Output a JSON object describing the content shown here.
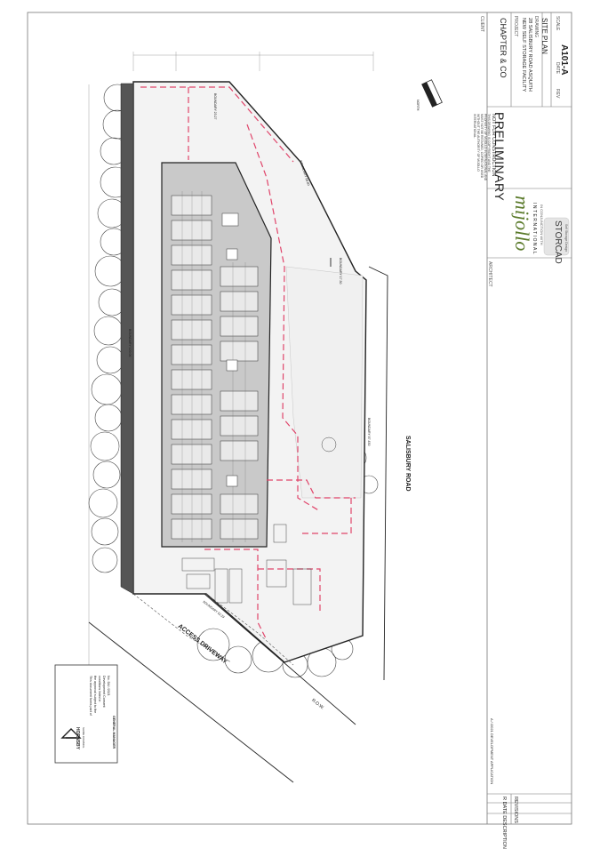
{
  "title_block": {
    "architect_label": "ARCHITECT",
    "firm_name": "mijollo",
    "firm_sub": "INTERNATIONAL",
    "conjunction": "IN CONJUNCTION WITH",
    "partner_name": "STORCAD",
    "partner_sub": "Self Storage Design",
    "status": "PRELIMINARY",
    "status_sub": "NOT FOR CONSTRUCTION",
    "copyright_note": "THIS DRAWING IS COPYRIGHT AND THE PROPERTY OF MIJOLLO INTERNATIONAL AND MUST NOT BE RETAINED, COPIED OR USED WITHOUT THE AUTHORITY OF MIJOLLO INTERNATIONAL.",
    "client_label": "CLIENT",
    "client": "CHAPTER & CO",
    "project_label": "PROJECT",
    "project_line1": "NEW SELF STORAGE FACILITY",
    "project_line2": "28 SALISBURY ROAD ASQUITH",
    "drawing_label": "DRAWING",
    "drawing_title": "SITE PLAN",
    "drawing_number": "A101-A",
    "scale_label": "SCALE",
    "rev_label": "REV",
    "date_label": "DATE",
    "revision_entry": "A  /  /2021  DEVELOPMENT APPLICATION",
    "revision_header": "R DATE DESCRIPTION",
    "revisions_label": "REVISIONS"
  },
  "plan_labels": {
    "road": "SALISBURY ROAD",
    "driveway": "ACCESS DRIVEWAY",
    "row": "R.O.W.",
    "north": "NORTH",
    "boundary_labels": [
      "BOUNDARY 23.27",
      "BOUNDARY 58.80",
      "BOUNDARY 17.30",
      "BOUNDARY 87.450",
      "BOUNDARY 120.06",
      "BOUNDARY 52.29"
    ]
  },
  "stamp": {
    "logo_text": "HORNSBY",
    "logo_sub": "SHIRE COUNCIL",
    "lines": [
      "This document forms part of",
      "the approval subject to the",
      "conditions listed in",
      "Development Consent",
      "No. DA/ /2021"
    ],
    "signatory": "GENERAL MANAGER"
  },
  "colors": {
    "linework": "#333333",
    "boundary_red": "#e0446a",
    "building_fill": "#c9c9c9",
    "site_fill": "#eeeeee"
  }
}
